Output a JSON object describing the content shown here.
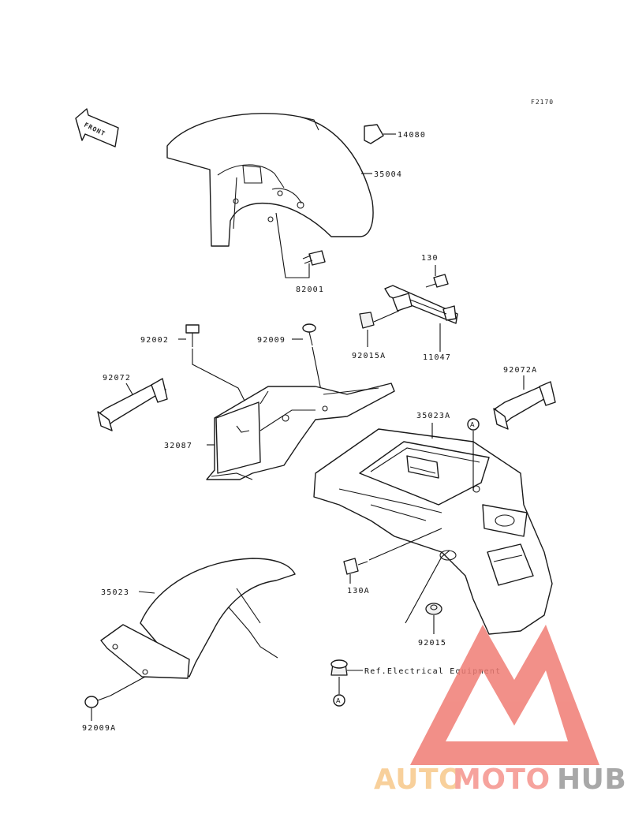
{
  "figure_code": "F2170",
  "front_arrow_text": "FRONT",
  "labels": {
    "p14080": "14080",
    "p35004": "35004",
    "p82001": "82001",
    "p130": "130",
    "p92015A": "92015A",
    "p11047": "11047",
    "p92002": "92002",
    "p92009": "92009",
    "p92072": "92072",
    "p92072A": "92072A",
    "p35023A": "35023A",
    "p32087": "32087",
    "p130A": "130A",
    "p35023": "35023",
    "p92015": "92015",
    "ref": "Ref.Electrical Equipment",
    "p92009A": "92009A"
  },
  "callout_marker": "A",
  "watermark": {
    "part1": "AUTO",
    "part2": "MOTO",
    "part3": "HUB",
    "colors": {
      "auto": "#f7c88a",
      "moto": "#f5938c",
      "hub": "#9a9a9a",
      "triangle": "#f07c74"
    }
  }
}
